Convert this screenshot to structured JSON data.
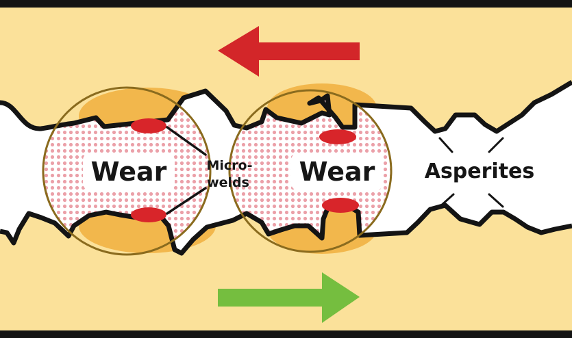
{
  "colors": {
    "surface": "#fbe19a",
    "contact_zone": "#f2b74c",
    "weld_spot": "#d8252a",
    "wear_dots": "#eba0a8",
    "outline": "#141414",
    "upper_arrow": "#d32629",
    "lower_arrow": "#75be3f",
    "circle_outline": "#8a6b1e"
  },
  "motion": {
    "upper_surface": "left",
    "lower_surface": "right"
  },
  "labels": {
    "wear_left": "Wear",
    "wear_right": "Wear",
    "microwelds_line1": "Micro-",
    "microwelds_line2": "welds",
    "asperites": "Asperites"
  },
  "icons": [
    "left-arrow-icon",
    "right-arrow-icon"
  ]
}
